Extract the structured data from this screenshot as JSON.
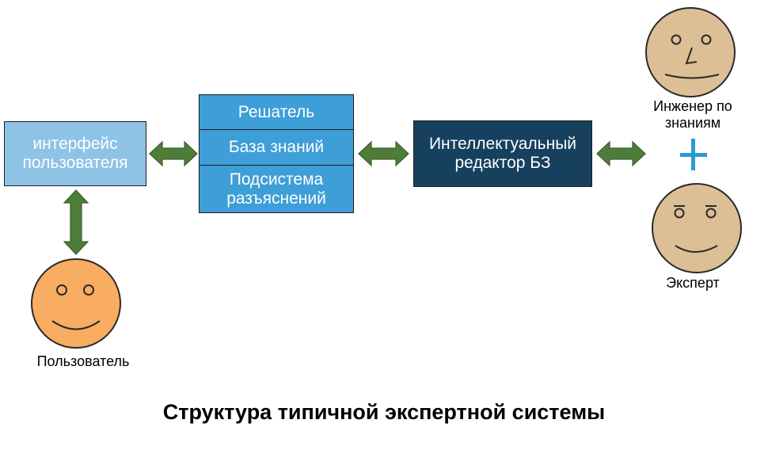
{
  "diagram": {
    "title": "Структура типичной экспертной системы",
    "user_interface": {
      "line1": "интерфейс",
      "line2": "пользователя"
    },
    "solver_stack": [
      {
        "line1": "Решатель"
      },
      {
        "line1": "База знаний"
      },
      {
        "line1": "Подсистема",
        "line2": "разъяснений"
      }
    ],
    "editor": {
      "line1": "Интеллектуальный",
      "line2": "редактор БЗ"
    },
    "actors": {
      "user": "Пользователь",
      "knowledge_engineer": {
        "line1": "Инженер по",
        "line2": "знаниям"
      },
      "expert": "Эксперт"
    },
    "colors": {
      "ui_box": "#8ec3e6",
      "solver_stack": "#3e9ed8",
      "editor_box": "#17405f",
      "arrow": "#4e7d3a",
      "user_face": "#f8ad62",
      "engineer_face": "#dcbf95",
      "plus": "#2a9ad6"
    }
  }
}
